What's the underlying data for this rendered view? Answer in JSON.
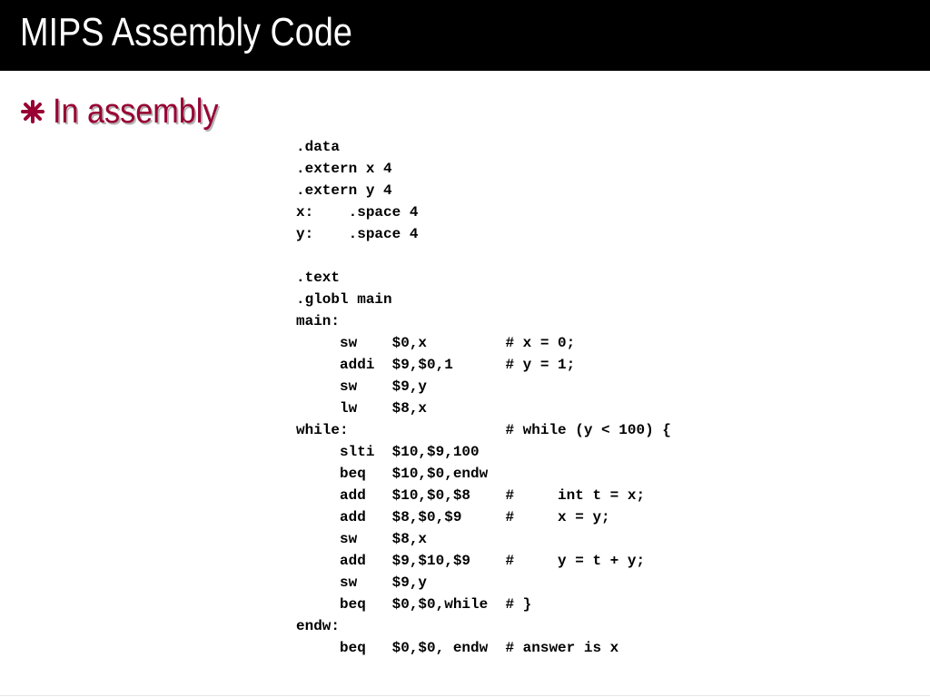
{
  "slide": {
    "title": "MIPS Assembly Code",
    "bullet": "In assembly",
    "bullet_icon": "asterisk-bullet-icon",
    "colors": {
      "title_bar": "#000000",
      "title_text": "#ffffff",
      "bullet": "#990033",
      "code": "#000000"
    },
    "code_lines": [
      ".data",
      ".extern x 4",
      ".extern y 4",
      "x:    .space 4",
      "y:    .space 4",
      "",
      ".text",
      ".globl main",
      "main:",
      "     sw    $0,x         # x = 0;",
      "     addi  $9,$0,1      # y = 1;",
      "     sw    $9,y",
      "     lw    $8,x",
      "while:                  # while (y < 100) {",
      "     slti  $10,$9,100",
      "     beq   $10,$0,endw",
      "     add   $10,$0,$8    #     int t = x;",
      "     add   $8,$0,$9     #     x = y;",
      "     sw    $8,x",
      "     add   $9,$10,$9    #     y = t + y;",
      "     sw    $9,y",
      "     beq   $0,$0,while  # }",
      "endw:",
      "     beq   $0,$0, endw  # answer is x"
    ]
  }
}
